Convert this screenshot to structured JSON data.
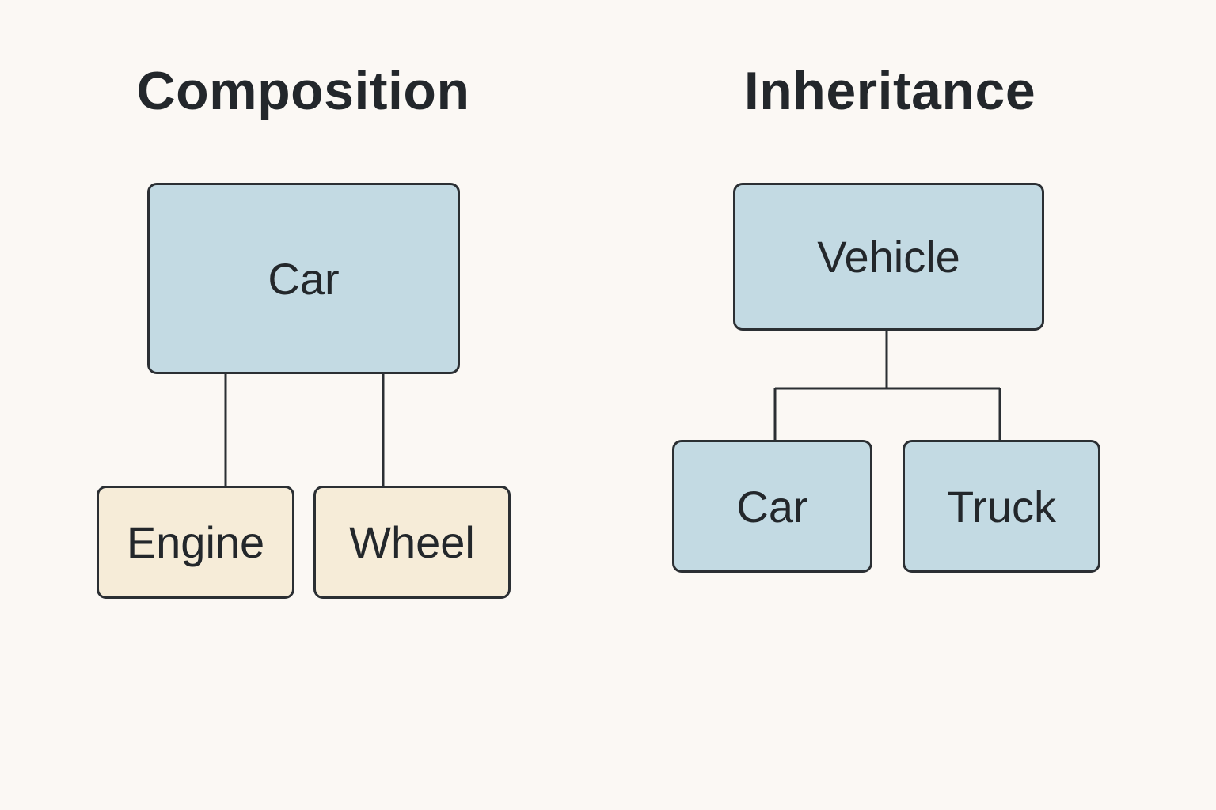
{
  "colors": {
    "background": "#fbf8f4",
    "class_fill": "#c3dae3",
    "component_fill": "#f6ecd8",
    "stroke": "#2b2f33",
    "text": "#23272b"
  },
  "composition": {
    "title": "Composition",
    "whole": "Car",
    "parts": [
      "Engine",
      "Wheel"
    ]
  },
  "inheritance": {
    "title": "Inheritance",
    "parent": "Vehicle",
    "children": [
      "Car",
      "Truck"
    ]
  }
}
